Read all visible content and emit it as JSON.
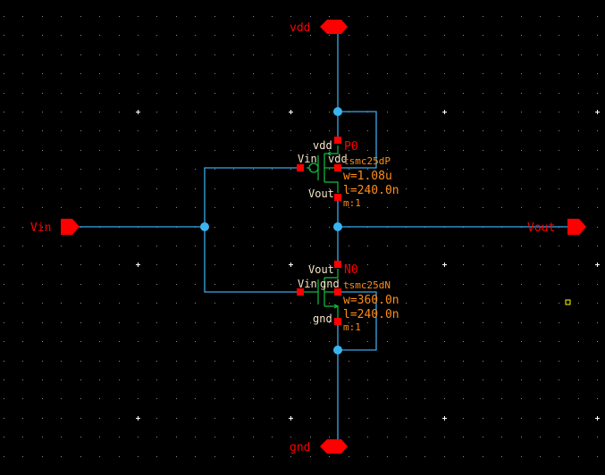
{
  "app": {
    "view": "schematic-editor-canvas",
    "colors": {
      "background": "#000000",
      "grid_dot": "#8a8a9a",
      "grid_major": "#ffffff",
      "wire": "#3aa8e8",
      "junction": "#3ab4f0",
      "pin": "#ff0000",
      "pin_text": "#ff0000",
      "device": "#10c040",
      "terminal_text": "#f5e6c8",
      "instance_text": "#ff8c1a",
      "selection_marker": "#ffff00"
    }
  },
  "pins": {
    "vdd": {
      "name": "vdd",
      "direction": "inputOutput"
    },
    "gnd": {
      "name": "gnd",
      "direction": "inputOutput"
    },
    "vin": {
      "name": "Vin",
      "direction": "input"
    },
    "vout": {
      "name": "Vout",
      "direction": "output"
    }
  },
  "instances": {
    "pmos": {
      "name": "P0",
      "cell": "tsmc25dP",
      "w": "w=1.08u",
      "l": "l=240.0n",
      "m": "m:1",
      "terminals": {
        "top": "vdd",
        "gate": "Vin",
        "body": "vdd",
        "bottom": "Vout"
      }
    },
    "nmos": {
      "name": "N0",
      "cell": "tsmc25dN",
      "w": "w=360.0n",
      "l": "l=240.0n",
      "m": "m:1",
      "terminals": {
        "top": "Vout",
        "gate": "Vin",
        "body": "gnd",
        "bottom": "gnd"
      }
    }
  }
}
